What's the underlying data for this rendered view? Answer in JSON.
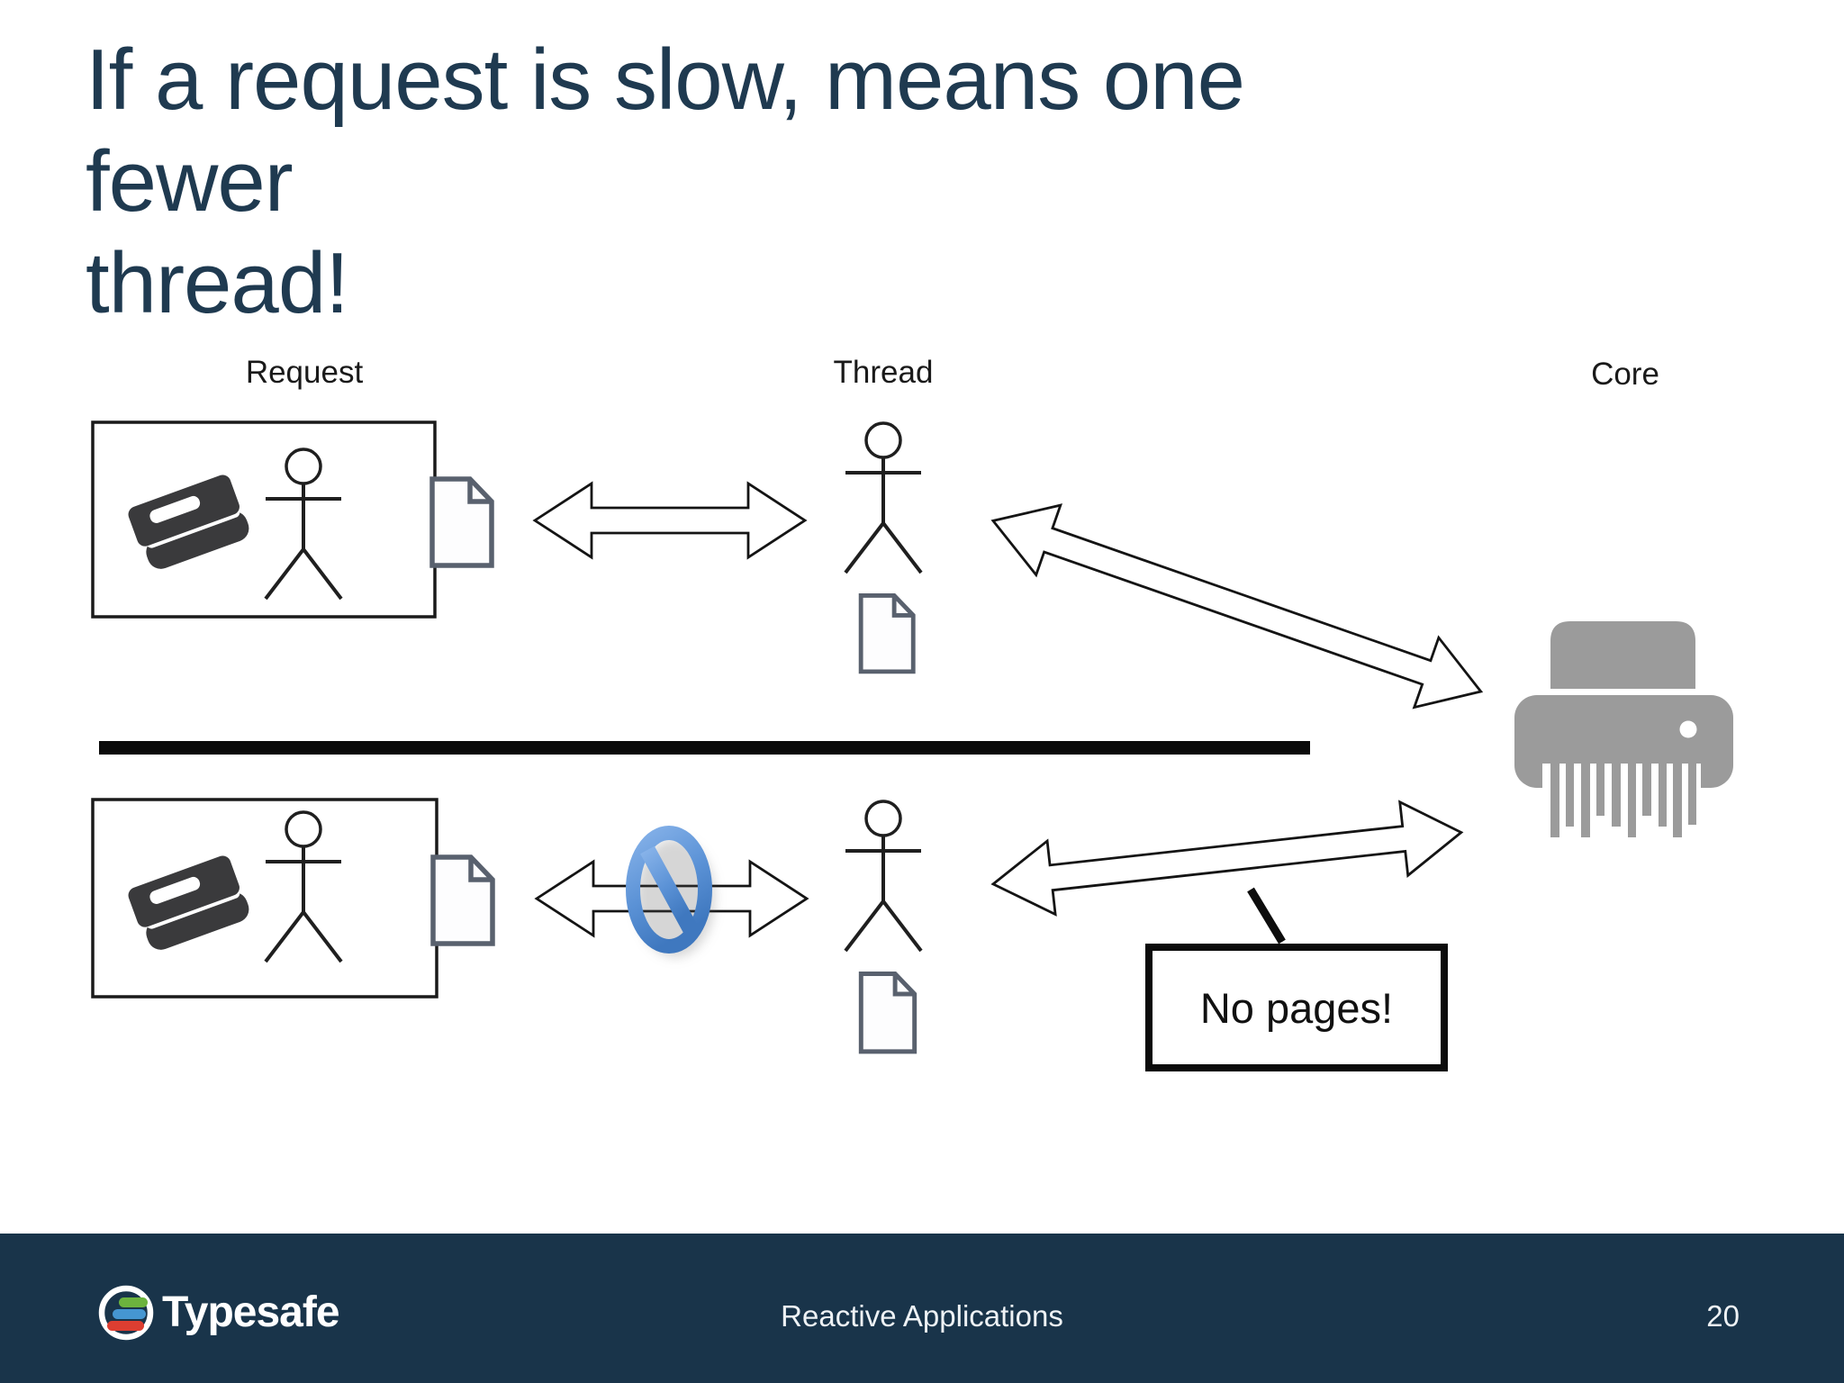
{
  "title": {
    "line1": "If a request is slow, means one fewer",
    "line2": "thread!"
  },
  "diagram": {
    "request_label": "Request",
    "thread_label": "Thread",
    "core_label": "Core",
    "callout_text": "No pages!"
  },
  "footer": {
    "logo_text": "Typesafe",
    "center_text": "Reactive Applications",
    "page_number": "20"
  },
  "icons": {
    "book": "book-icon",
    "person": "stick-figure-person-icon",
    "document": "document-page-icon",
    "double_arrow": "double-headed-arrow-icon",
    "no_entry": "no-entry-prohibition-icon",
    "shredder": "shredder-core-icon",
    "logo_mark": "typesafe-logo-icon"
  },
  "colors": {
    "title-color": "#1f3a50",
    "footer-bg": "#19344a",
    "label-color": "#1a1a1a",
    "line-black": "#111111",
    "shredder-gray": "#9b9b9b",
    "accent-blue": "#4c87cb",
    "logo-green": "#6cb33e",
    "logo-blue": "#4596d1",
    "logo-red": "#dd3e31"
  }
}
